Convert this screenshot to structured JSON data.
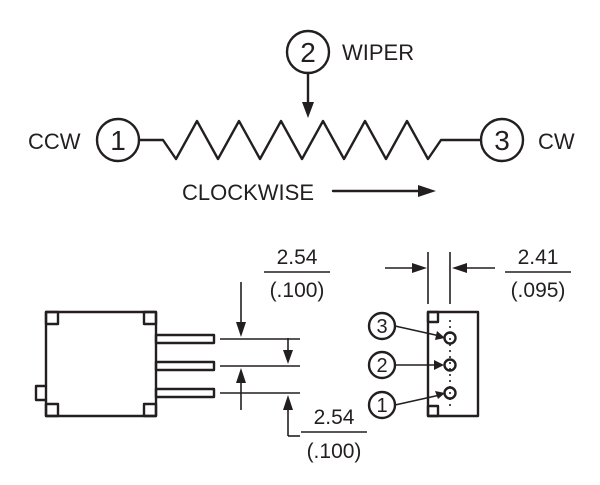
{
  "schematic": {
    "pin1_number": "1",
    "pin2_number": "2",
    "pin3_number": "3",
    "ccw_label": "CCW",
    "cw_label": "CW",
    "wiper_label": "WIPER",
    "direction_label": "CLOCKWISE"
  },
  "dimensions": {
    "pitch_top_mm": "2.54",
    "pitch_top_in": "(.100)",
    "pitch_bottom_mm": "2.54",
    "pitch_bottom_in": "(.100)",
    "width_mm": "2.41",
    "width_in": "(.095)"
  },
  "end_view_pins": {
    "pin3": "3",
    "pin2": "2",
    "pin1": "1"
  },
  "colors": {
    "ink": "#231f20",
    "background": "#ffffff"
  }
}
